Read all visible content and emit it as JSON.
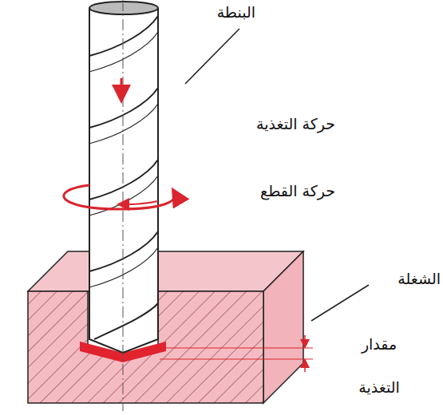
{
  "diagram": {
    "labels": [
      "البنطة",
      "حركة التغذية",
      "حركة القطع",
      "الشغلة",
      "مقدار التغذية"
    ]
  }
}
